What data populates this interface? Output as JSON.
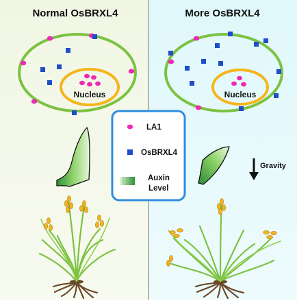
{
  "panels": {
    "left": {
      "title": "Normal OsBRXL4",
      "nucleus_label": "Nucleus",
      "background": "#f3f7e8"
    },
    "right": {
      "title": "More OsBRXL4",
      "nucleus_label": "Nucleus",
      "background": "#e4f9fb"
    }
  },
  "legend": {
    "la1_label": "LA1",
    "osbrxl4_label": "OsBRXL4",
    "auxin_label_line1": "Auxin",
    "auxin_label_line2": "Level",
    "border_color": "#2e8ddd"
  },
  "gravity_label": "Gravity",
  "colors": {
    "cell_membrane": "#7cc242",
    "nucleus_membrane": "#f5b51c",
    "la1": "#ec2ab4",
    "osbrxl4": "#1f4ec9",
    "divider": "#b5b5b5",
    "soil": "#6b4a2a"
  },
  "icons": [
    "la1-dot-icon",
    "osbrxl4-square-icon",
    "auxin-gradient-icon",
    "gravity-arrow-icon",
    "rice-plant-icon",
    "root-icon"
  ]
}
